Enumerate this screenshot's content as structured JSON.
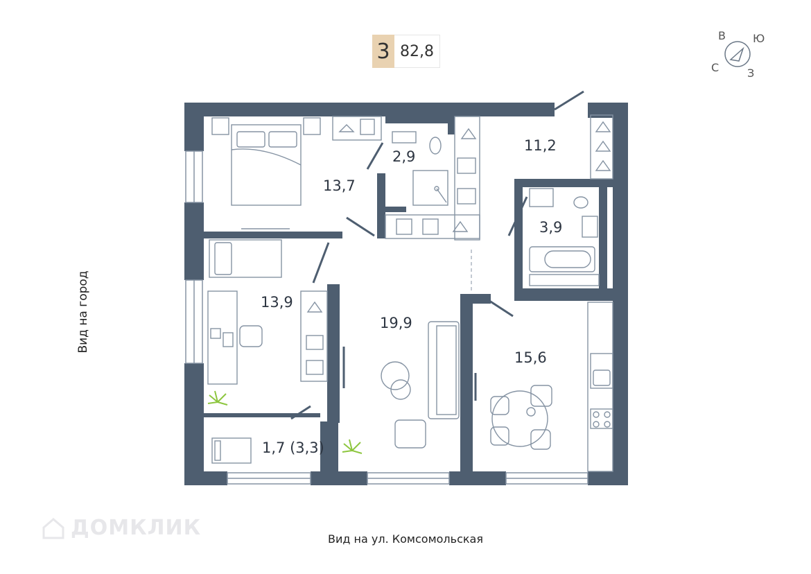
{
  "header": {
    "rooms": "3",
    "area": "82,8"
  },
  "compass": {
    "north": "С",
    "east": "В",
    "south": "Ю",
    "west": "З"
  },
  "rooms": {
    "bedroom": "13,7",
    "bathroom_small": "2,9",
    "hall": "11,2",
    "bathroom": "3,9",
    "study": "13,9",
    "living": "19,9",
    "kitchen": "15,6",
    "balcony": "1,7 (3,3)"
  },
  "views": {
    "side": "Вид на город",
    "bottom": "Вид на ул. Комсомольская"
  },
  "watermark": "ДОМКЛИК",
  "colors": {
    "wall": "#4e5e70",
    "line": "#8593a3",
    "badge": "#e9d2b1",
    "plant": "#8dc63f"
  }
}
